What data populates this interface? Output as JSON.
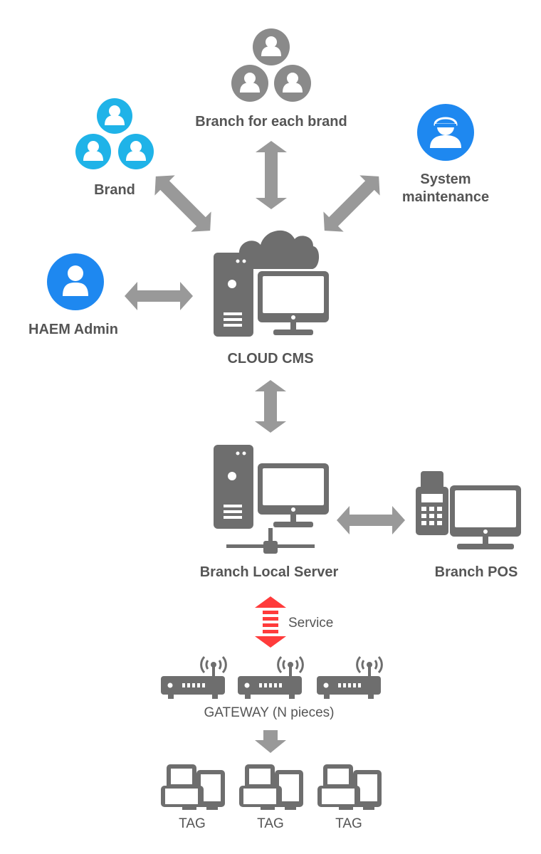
{
  "nodes": {
    "branch_group": "Branch for each brand",
    "brand": "Brand",
    "system_maintenance_line1": "System",
    "system_maintenance_line2": "maintenance",
    "admin": "HAEM Admin",
    "cloud": "CLOUD CMS",
    "local_server": "Branch Local Server",
    "pos": "Branch POS",
    "service": "Service",
    "gateway": "GATEWAY (N pieces)",
    "tags": [
      "TAG",
      "TAG",
      "TAG"
    ]
  },
  "colors": {
    "gray_icon": "#8a8a8a",
    "dark_icon": "#6e6e6e",
    "arrow": "#999999",
    "cyan": "#1fb3e8",
    "blue": "#1e88f0",
    "red": "#ff3b3b",
    "text": "#555555"
  },
  "icons": {
    "user": "user-icon",
    "maintenance_user": "helmet-user-icon",
    "server": "server-tower-icon",
    "monitor": "monitor-icon",
    "cloud": "cloud-icon",
    "pos": "pos-terminal-icon",
    "gateway": "router-icon",
    "tag": "tablet-icon"
  }
}
